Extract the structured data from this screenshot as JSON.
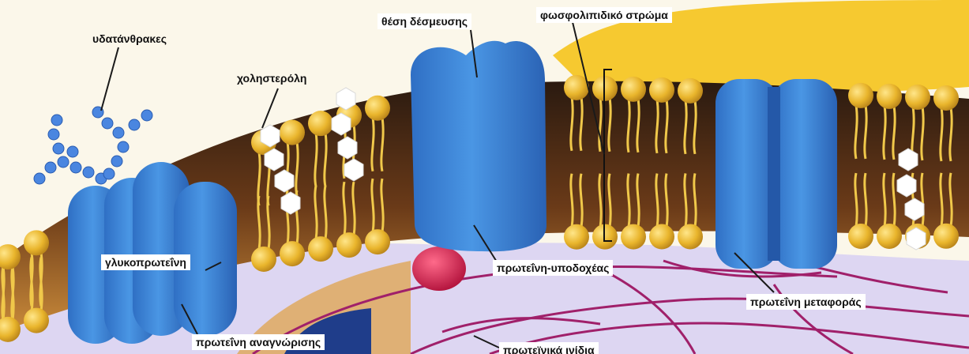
{
  "labels": {
    "carbohydrates": "υδατάνθρακες",
    "cholesterol": "χοληστερόλη",
    "binding_site": "θέση δέσμευσης",
    "phospholipid_layer": "φωσφολιπιδικό στρώμα",
    "glycoprotein": "γλυκοπρωτεΐνη",
    "recognition_protein": "πρωτεΐνη αναγνώρισης",
    "receptor_protein": "πρωτεΐνη-υποδοχέας",
    "transport_protein": "πρωτεΐνη μεταφοράς",
    "protein_filaments": "πρωτεϊνικά ινίδια"
  },
  "colors": {
    "protein_blue": "#3a86d6",
    "lipid_head": "#e9b52c",
    "lipid_tail": "#f0c84a",
    "cytoplasm": "#ddd6f2",
    "filament": "#a0206a",
    "receptor_ball": "#d8204a",
    "outside_bg": "#fbf7ea"
  }
}
